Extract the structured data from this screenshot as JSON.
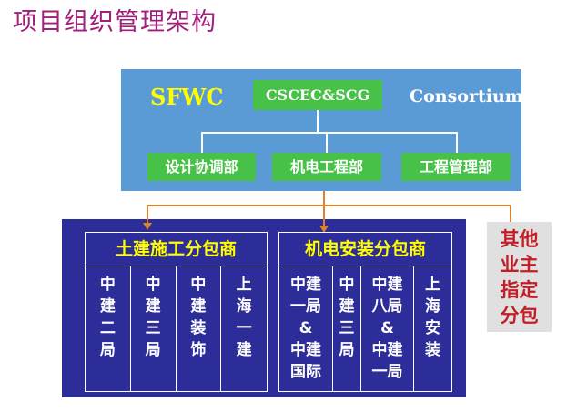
{
  "title": "项目组织管理架构",
  "top": {
    "left_label": "SFWC",
    "center_label": "CSCEC&SCG",
    "right_label": "Consortium",
    "departments": [
      "设计协调部",
      "机电工程部",
      "工程管理部"
    ]
  },
  "subcontractors": {
    "civil": {
      "title": "土建施工分包商",
      "columns": [
        {
          "lines": [
            "中",
            "建",
            "二",
            "局"
          ]
        },
        {
          "lines": [
            "中",
            "建",
            "三",
            "局"
          ]
        },
        {
          "lines": [
            "中",
            "建",
            "装",
            "饰"
          ]
        },
        {
          "lines": [
            "上",
            "海",
            "一",
            "建"
          ]
        }
      ]
    },
    "mep": {
      "title": "机电安装分包商",
      "columns": [
        {
          "lines": [
            "中建",
            "一局",
            "&",
            "中建",
            "国际"
          ]
        },
        {
          "lines": [
            "中",
            "建",
            "三",
            "局"
          ]
        },
        {
          "lines": [
            "中建",
            "八局",
            "&",
            "中建",
            "一局"
          ]
        },
        {
          "lines": [
            "上",
            "海",
            "安",
            "装"
          ]
        }
      ]
    },
    "other": {
      "lines": [
        "其他",
        "业主",
        "指定",
        "分包"
      ]
    }
  },
  "colors": {
    "title": "#a0207a",
    "top_panel": "#5b9bd5",
    "green_box": "#47c147",
    "bottom_panel": "#2d2d9a",
    "group_title": "#ffff00",
    "connector": "#d9832b",
    "other_text": "#c21e28",
    "other_bg": "#e0e0e0"
  }
}
